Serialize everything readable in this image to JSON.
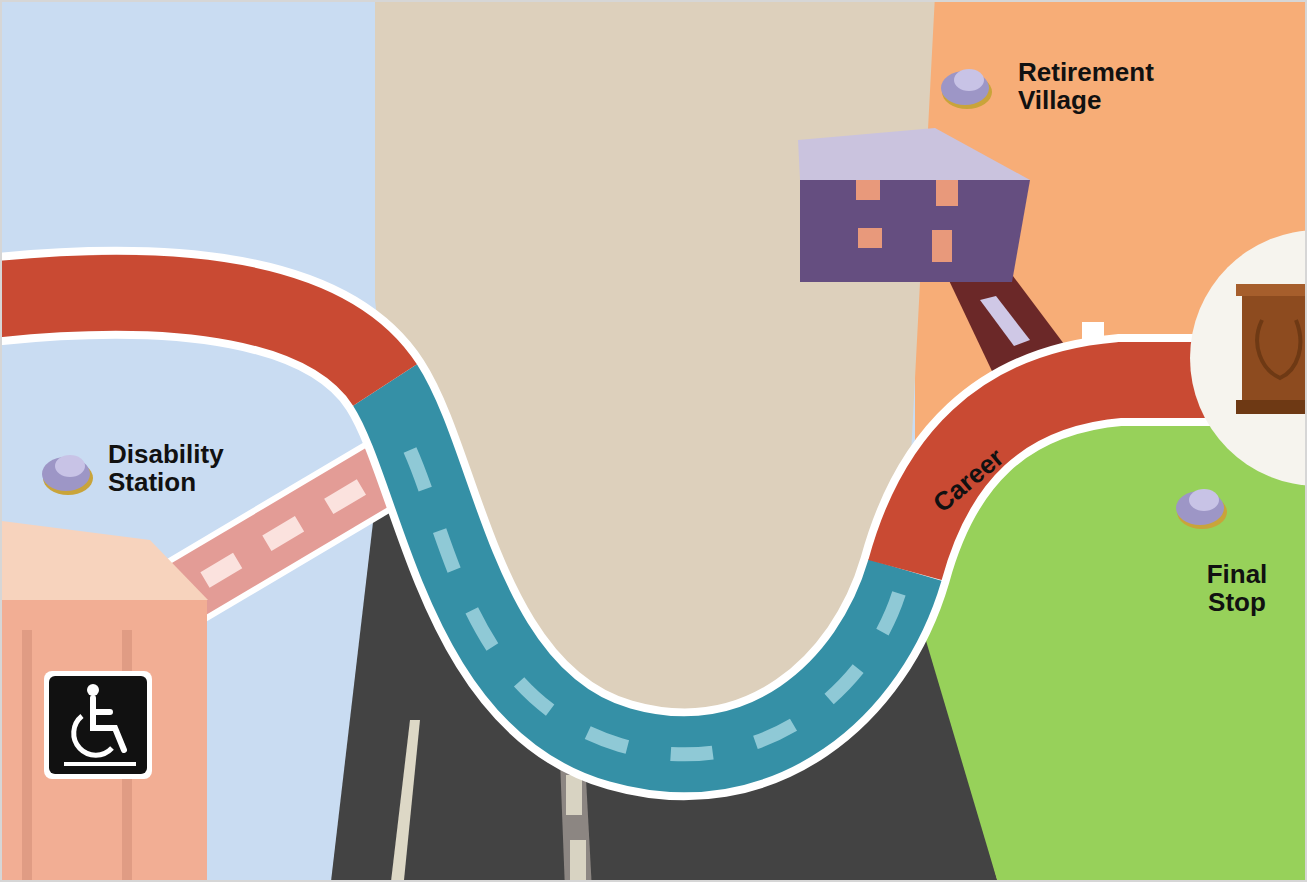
{
  "diagram": {
    "labels": [
      "Retirement Village",
      "Disability Station",
      "Career",
      "Final Stop"
    ]
  }
}
